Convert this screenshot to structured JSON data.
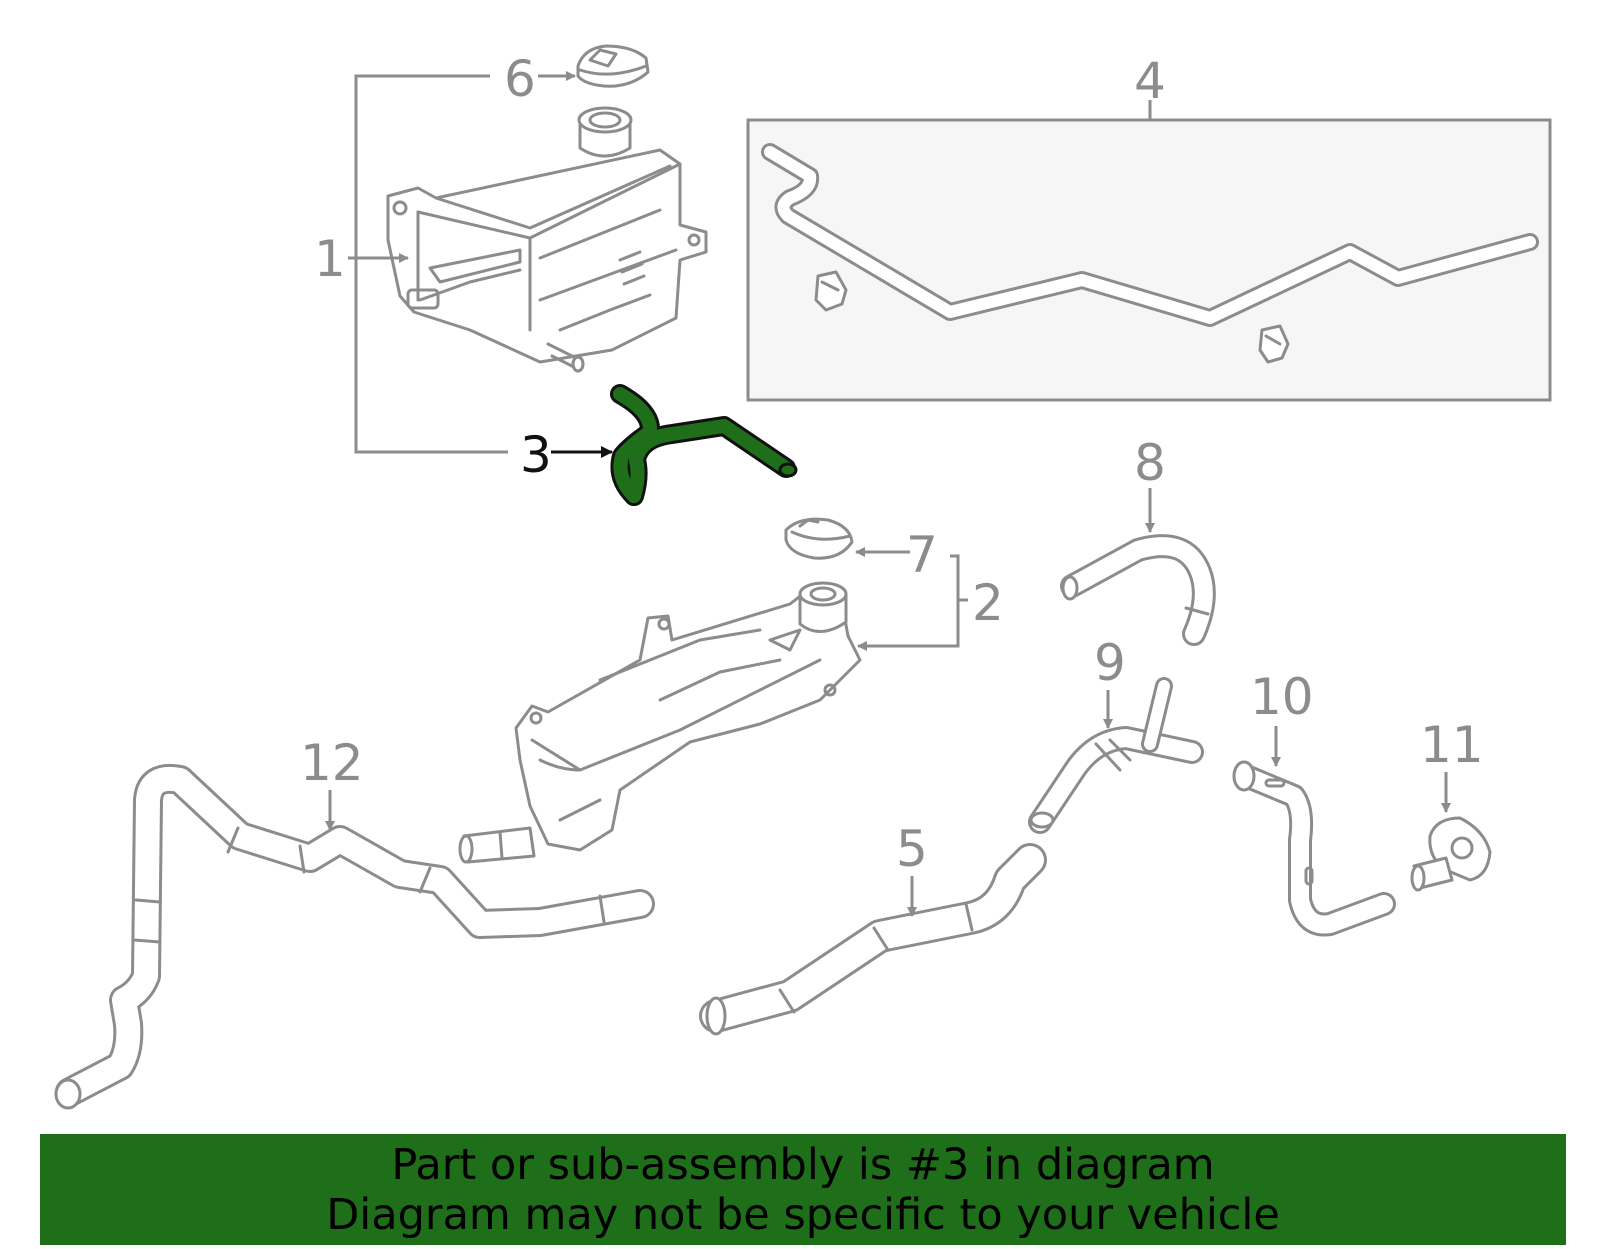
{
  "callouts": {
    "c1": "1",
    "c2": "2",
    "c3": "3",
    "c4": "4",
    "c5": "5",
    "c6": "6",
    "c7": "7",
    "c8": "8",
    "c9": "9",
    "c10": "10",
    "c11": "11",
    "c12": "12"
  },
  "highlight": {
    "part_number": "3",
    "color": "#1f6e1a"
  },
  "banner": {
    "line1": "Part or sub-assembly is #3 in diagram",
    "line2": "Diagram may not be specific to your vehicle",
    "background": "#1f6e1a"
  }
}
